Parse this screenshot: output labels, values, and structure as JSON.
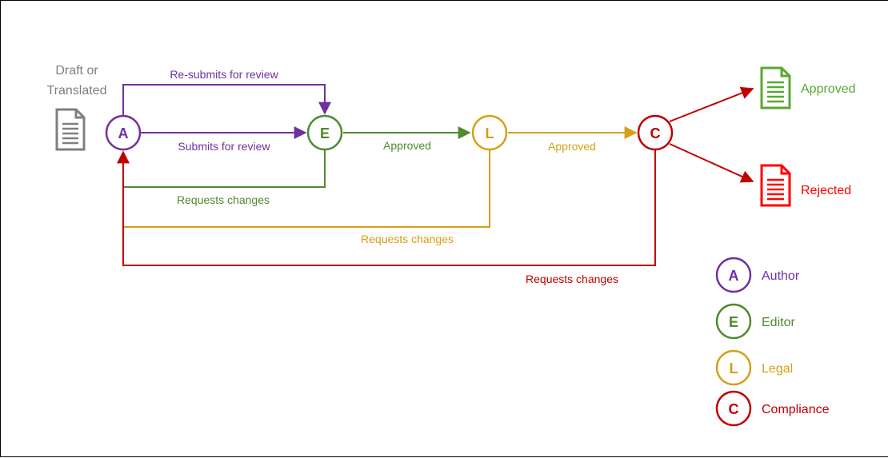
{
  "colors": {
    "author": "#7030a0",
    "editor": "#4e8a2e",
    "legal": "#d4a017",
    "compliance": "#c00000",
    "document": "#7f7f7f",
    "approved_doc": "#5aa832",
    "rejected_doc": "#ff0000"
  },
  "source": {
    "label_line1": "Draft or",
    "label_line2": "Translated",
    "icon": "document-icon"
  },
  "nodes": {
    "author": {
      "letter": "A"
    },
    "editor": {
      "letter": "E"
    },
    "legal": {
      "letter": "L"
    },
    "compliance": {
      "letter": "C"
    }
  },
  "edges": {
    "resubmit": "Re-submits for review",
    "submit": "Submits for review",
    "editor_approved": "Approved",
    "legal_approved": "Approved",
    "editor_changes": "Requests changes",
    "legal_changes": "Requests changes",
    "compliance_changes": "Requests changes"
  },
  "outcomes": {
    "approved": {
      "label": "Approved",
      "icon": "document-icon"
    },
    "rejected": {
      "label": "Rejected",
      "icon": "document-icon"
    }
  },
  "legend": [
    {
      "letter": "A",
      "label": "Author"
    },
    {
      "letter": "E",
      "label": "Editor"
    },
    {
      "letter": "L",
      "label": "Legal"
    },
    {
      "letter": "C",
      "label": "Compliance"
    }
  ]
}
